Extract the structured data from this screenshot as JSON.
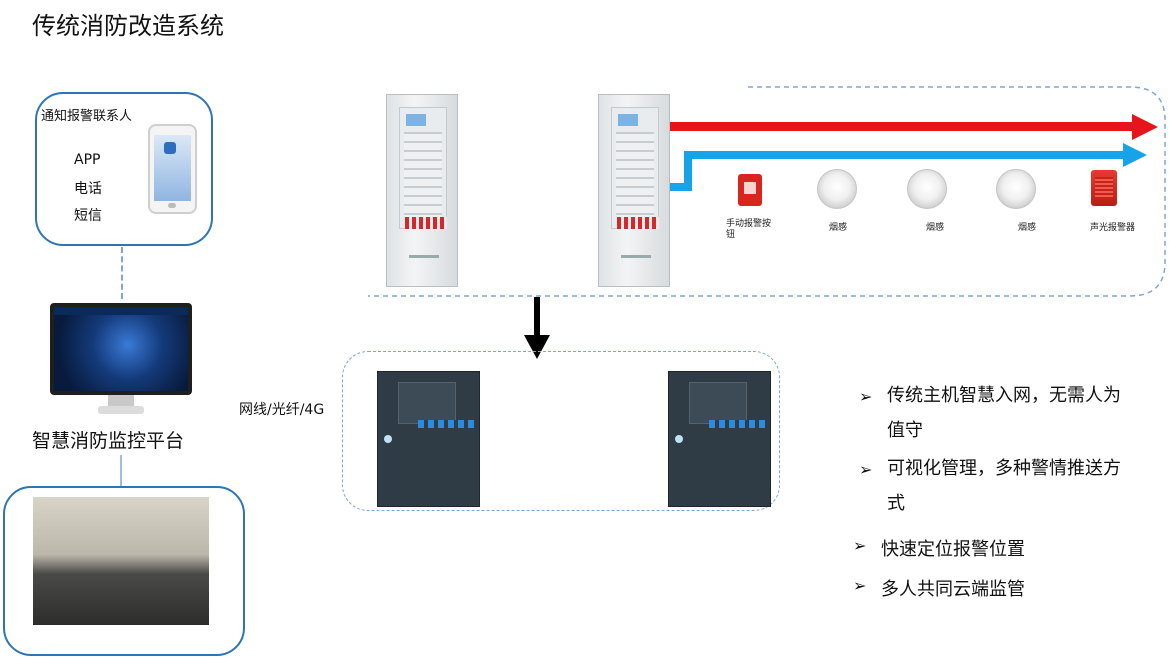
{
  "title": "传统消防改造系统",
  "contacts": {
    "title": "通知报警联系人",
    "methods": [
      "APP",
      "电话",
      "短信"
    ]
  },
  "platform_label": "智慧消防监控平台",
  "network_label": "网线/光纤/4G",
  "devices": [
    {
      "label": "手动报警按钮",
      "icon": "manual-call-point-icon"
    },
    {
      "label": "烟感",
      "icon": "smoke-detector-icon"
    },
    {
      "label": "烟感",
      "icon": "smoke-detector-icon"
    },
    {
      "label": "烟感",
      "icon": "smoke-detector-icon"
    },
    {
      "label": "声光报警器",
      "icon": "audible-visual-alarm-icon"
    }
  ],
  "features": [
    "传统主机智慧入网，无需人为值守",
    "可视化管理，多种警情推送方式",
    "快速定位报警位置",
    "多人共同云端监管"
  ],
  "colors": {
    "accent_blue": "#2e75b6",
    "line_red": "#e8141b",
    "line_blue": "#16a3e8",
    "dashed": "#7ea6d6"
  }
}
